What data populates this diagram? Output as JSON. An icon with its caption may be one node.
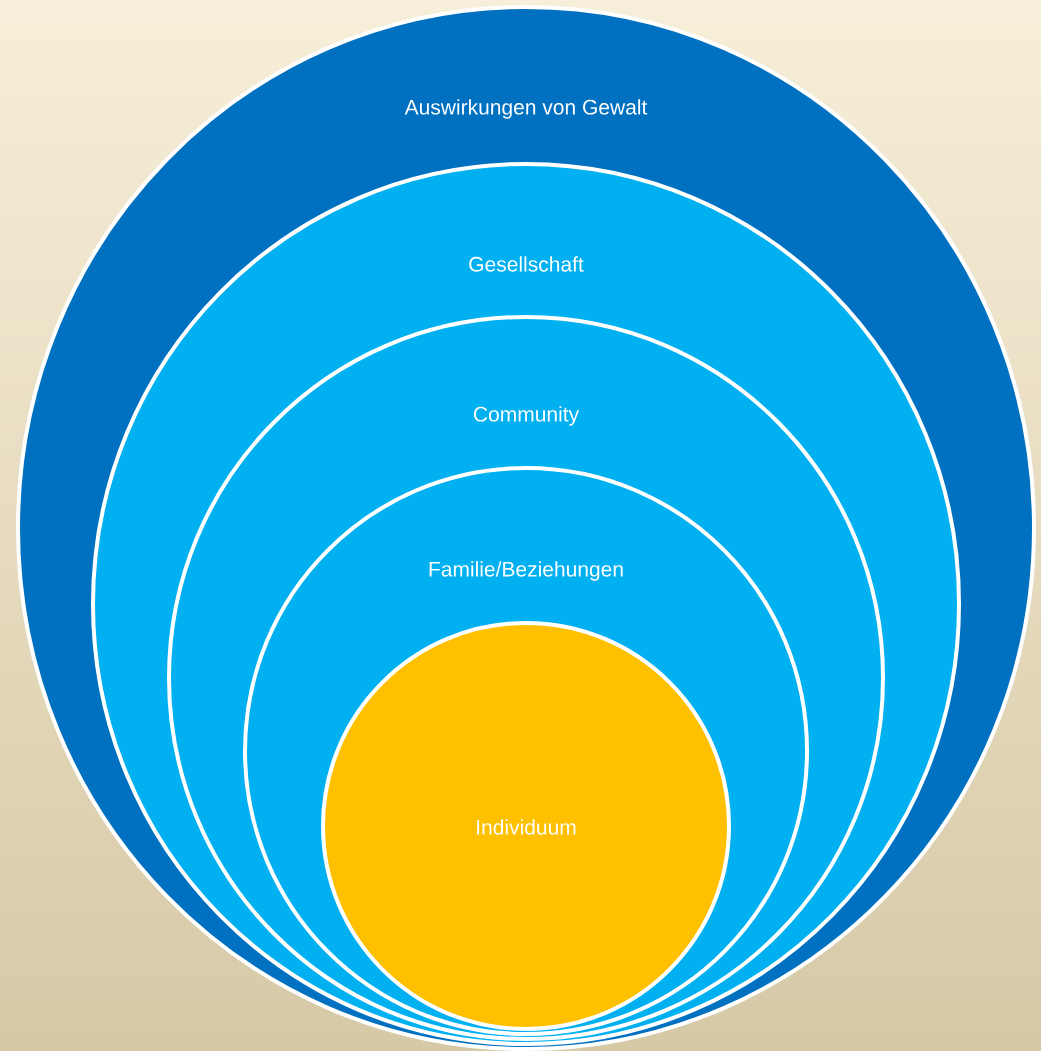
{
  "diagram": {
    "nodes": [
      {
        "text": [
          "Auswirkungen von Gewalt"
        ]
      },
      {
        "text": [
          "Gesellschaft"
        ],
        "in": 0
      },
      {
        "text": [
          "Community"
        ],
        "in": 1
      },
      {
        "text": [
          "Familie/Beziehungen"
        ],
        "in": 2
      },
      {
        "text": [
          "Individuum"
        ],
        "in": 3
      }
    ]
  }
}
